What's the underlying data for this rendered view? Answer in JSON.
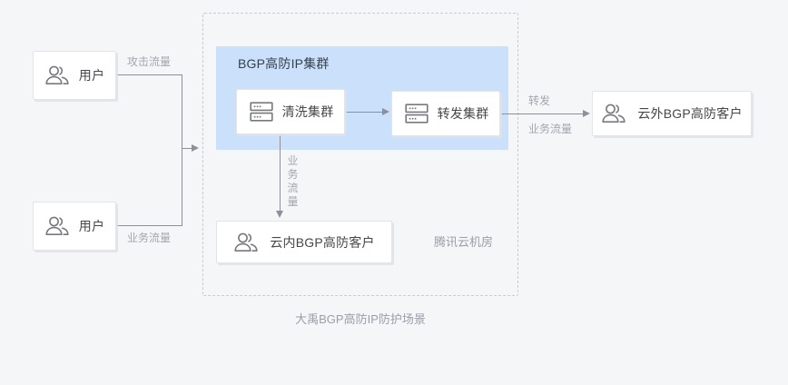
{
  "caption": "大禹BGP高防IP防护场景",
  "region": {
    "name": "datacenter-region",
    "label": "腾讯云机房"
  },
  "cluster": {
    "name": "bgp-cluster",
    "title": "BGP高防IP集群",
    "fill": "#cbe0fb"
  },
  "nodes": [
    {
      "id": "user-top",
      "label": "用户",
      "icon": "users-icon"
    },
    {
      "id": "user-bottom",
      "label": "用户",
      "icon": "users-icon"
    },
    {
      "id": "scrubbing-cluster",
      "label": "清洗集群",
      "icon": "server-icon"
    },
    {
      "id": "forwarding-cluster",
      "label": "转发集群",
      "icon": "server-icon"
    },
    {
      "id": "in-cloud-customer",
      "label": "云内BGP高防客户",
      "icon": "users-icon"
    },
    {
      "id": "out-cloud-customer",
      "label": "云外BGP高防客户",
      "icon": "users-icon"
    }
  ],
  "edges": {
    "attack_traffic": "攻击流量",
    "business_traffic_left": "业务流量",
    "business_traffic_down": "业务流量",
    "forward": "转发",
    "business_traffic_right": "业务流量"
  },
  "colors": {
    "background": "#f5f6f8",
    "cluster_fill": "#cbe0fb",
    "node_border": "#e2e4e8",
    "line": "#8d9099",
    "muted_text": "#a2a6ad",
    "label_text": "#46474b"
  }
}
